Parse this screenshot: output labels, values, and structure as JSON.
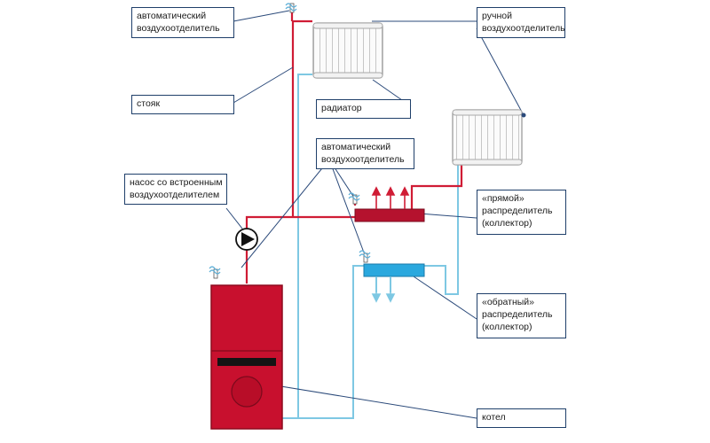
{
  "labels": {
    "auto_vent_top": [
      "автоматический",
      "воздухоотделитель"
    ],
    "manual_vent": [
      "ручной",
      "воздухоотделитель"
    ],
    "riser": [
      "стояк"
    ],
    "radiator": [
      "радиатор"
    ],
    "auto_vent_mid": [
      "автоматический",
      "воздухоотделитель"
    ],
    "pump": [
      "насос со встроенным",
      "воздухоотделителем"
    ],
    "supply_manifold": [
      "«прямой»",
      "распределитель",
      "(коллектор)"
    ],
    "return_manifold": [
      "«обратный»",
      "распределитель",
      "(коллектор)"
    ],
    "boiler": [
      "котел"
    ]
  },
  "colors": {
    "supply_pipe": "#d01c35",
    "return_pipe": "#7ec8e3",
    "boiler_body": "#c8102e",
    "supply_manifold": "#b5122e",
    "return_manifold": "#2aa8de",
    "leader_line": "#2b4a7a",
    "label_border": "#1f3f6a",
    "radiator_fill": "#f7f7f7",
    "radiator_edge": "#a9a9a9"
  },
  "icons": [
    "air-vent-icon",
    "pump-icon",
    "arrow-up-icon",
    "arrow-down-icon"
  ]
}
